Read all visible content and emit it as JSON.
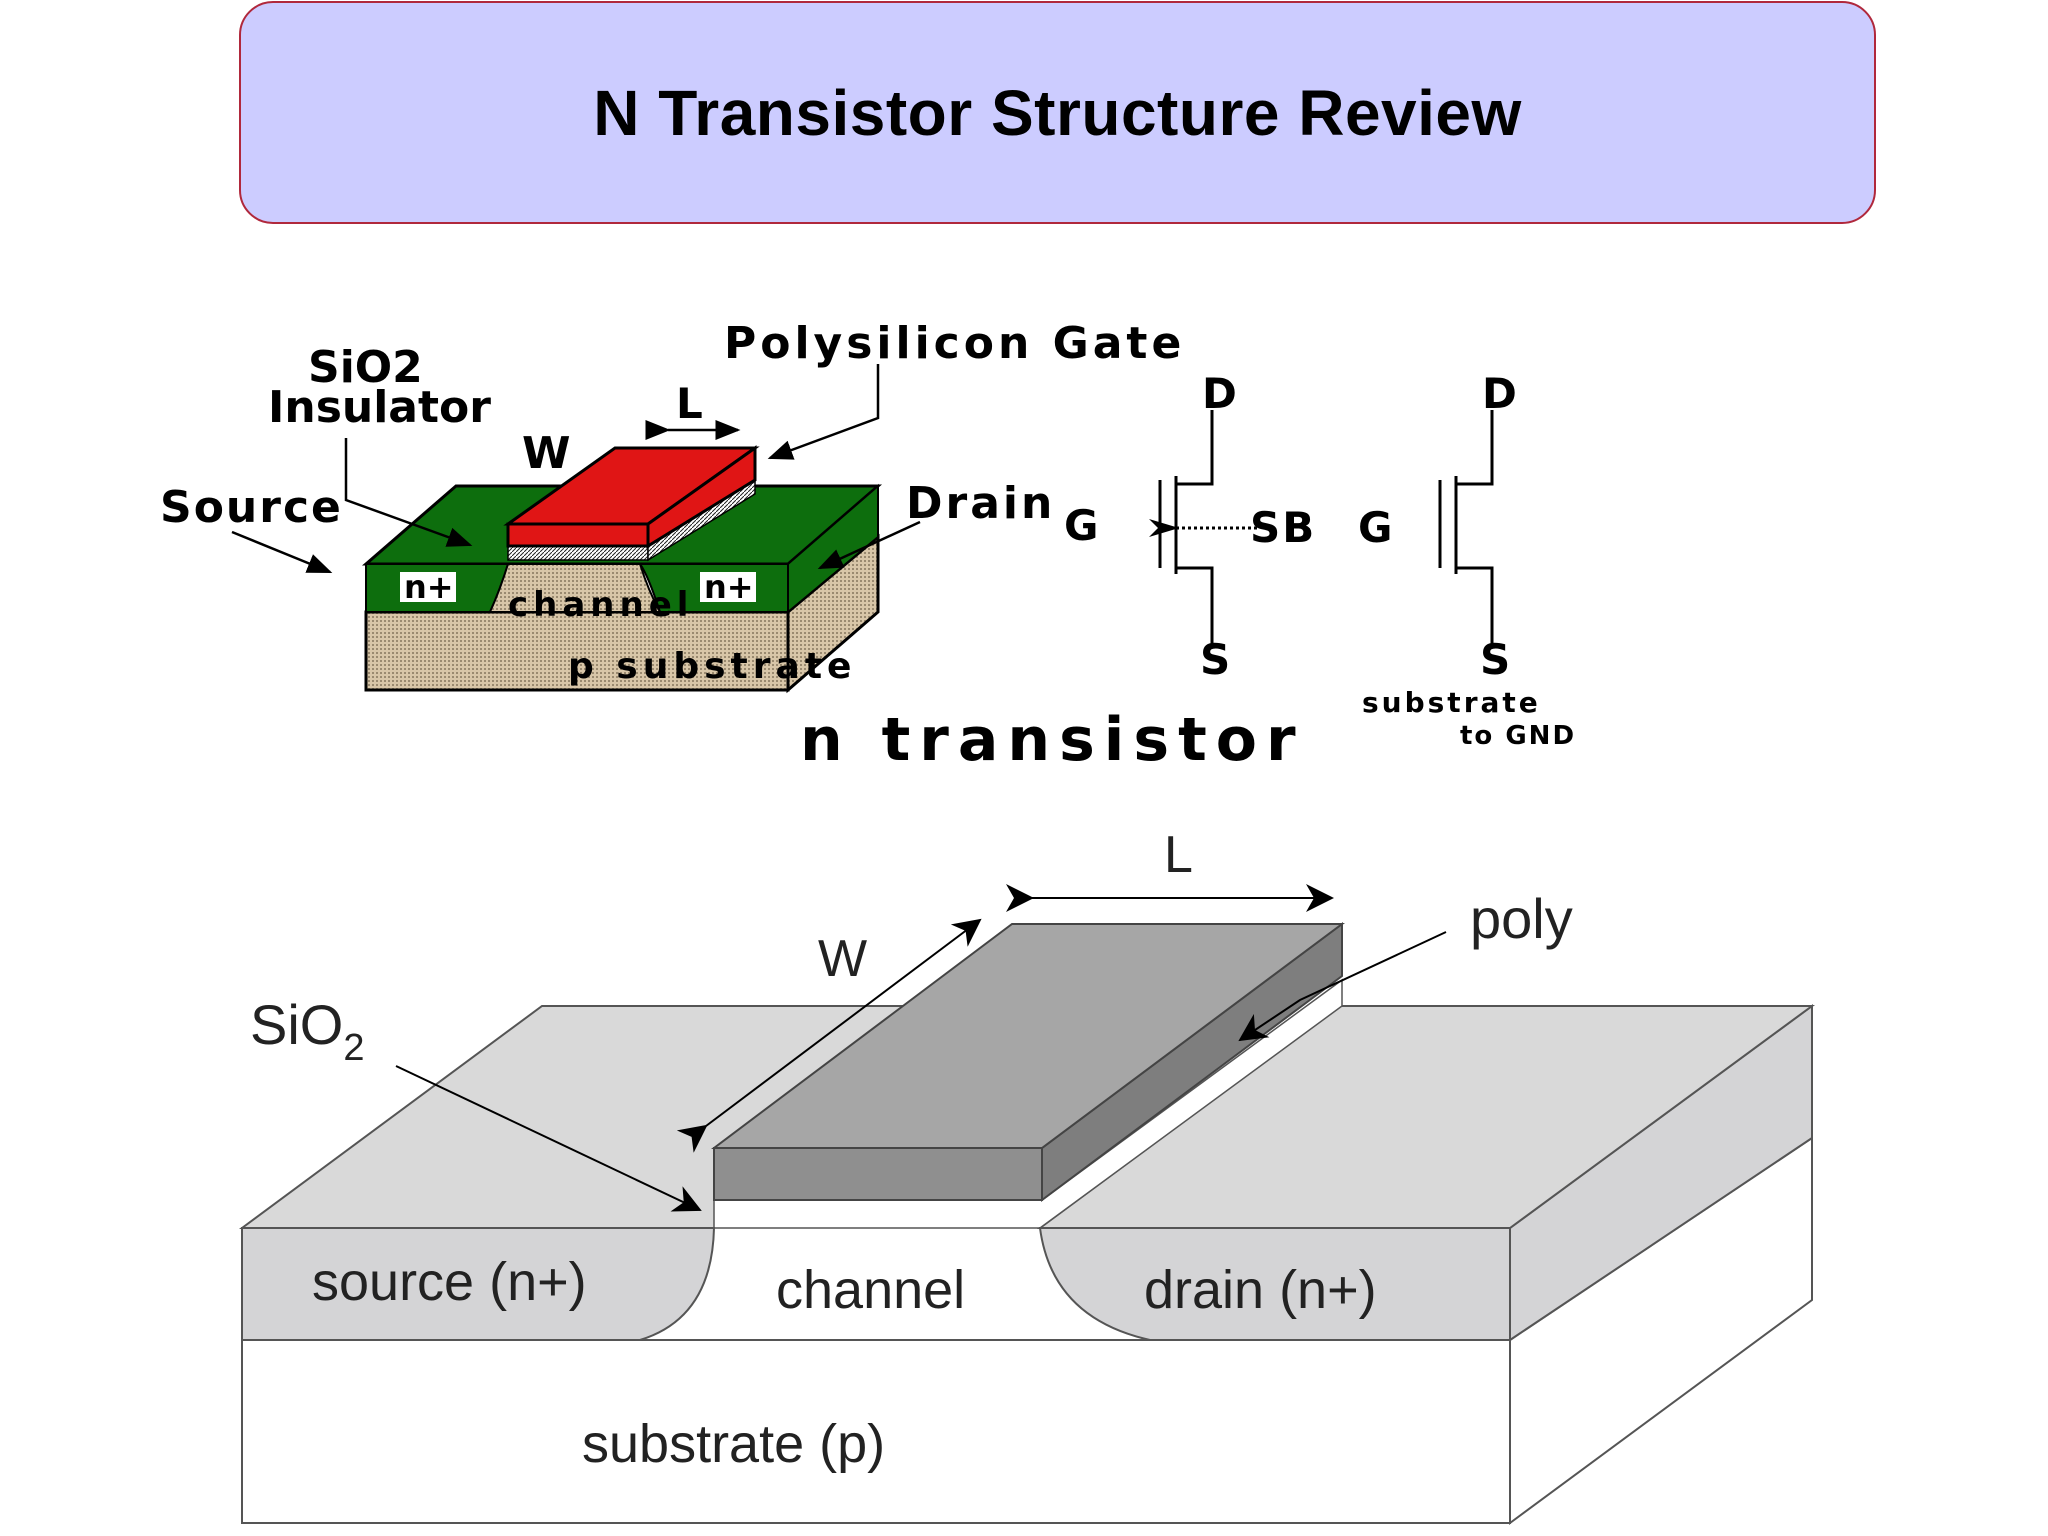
{
  "slide": {
    "title": "N Transistor Structure Review"
  },
  "top_diagram": {
    "labels": {
      "sio2": "SiO2",
      "insulator": "Insulator",
      "l": "L",
      "w": "W",
      "polysilicon_gate": "Polysilicon Gate",
      "source": "Source",
      "drain": "Drain",
      "n_plus_left": "n+",
      "n_plus_right": "n+",
      "channel": "channel",
      "p_substrate": "p substrate",
      "n_transistor": "n transistor"
    },
    "colors": {
      "gate": "#e01515",
      "diffusion": "#0d6e0d",
      "substrate": "#d8c6a8"
    }
  },
  "symbols": {
    "d1": "D",
    "g1": "G",
    "s1": "S",
    "sb": "SB",
    "g2": "G",
    "d2": "D",
    "s2": "S",
    "substrate_to_gnd": "substrate",
    "gnd": "to GND"
  },
  "bottom_diagram": {
    "labels": {
      "l": "L",
      "w": "W",
      "poly": "poly",
      "sio2_base": "SiO",
      "sio2_sub": "2",
      "source": "source (n+)",
      "channel": "channel",
      "drain": "drain (n+)",
      "substrate": "substrate (p)"
    },
    "colors": {
      "top_face": "#d9d9d9",
      "gate": "#a6a6a6",
      "diffusion": "#d4d4d6"
    }
  }
}
